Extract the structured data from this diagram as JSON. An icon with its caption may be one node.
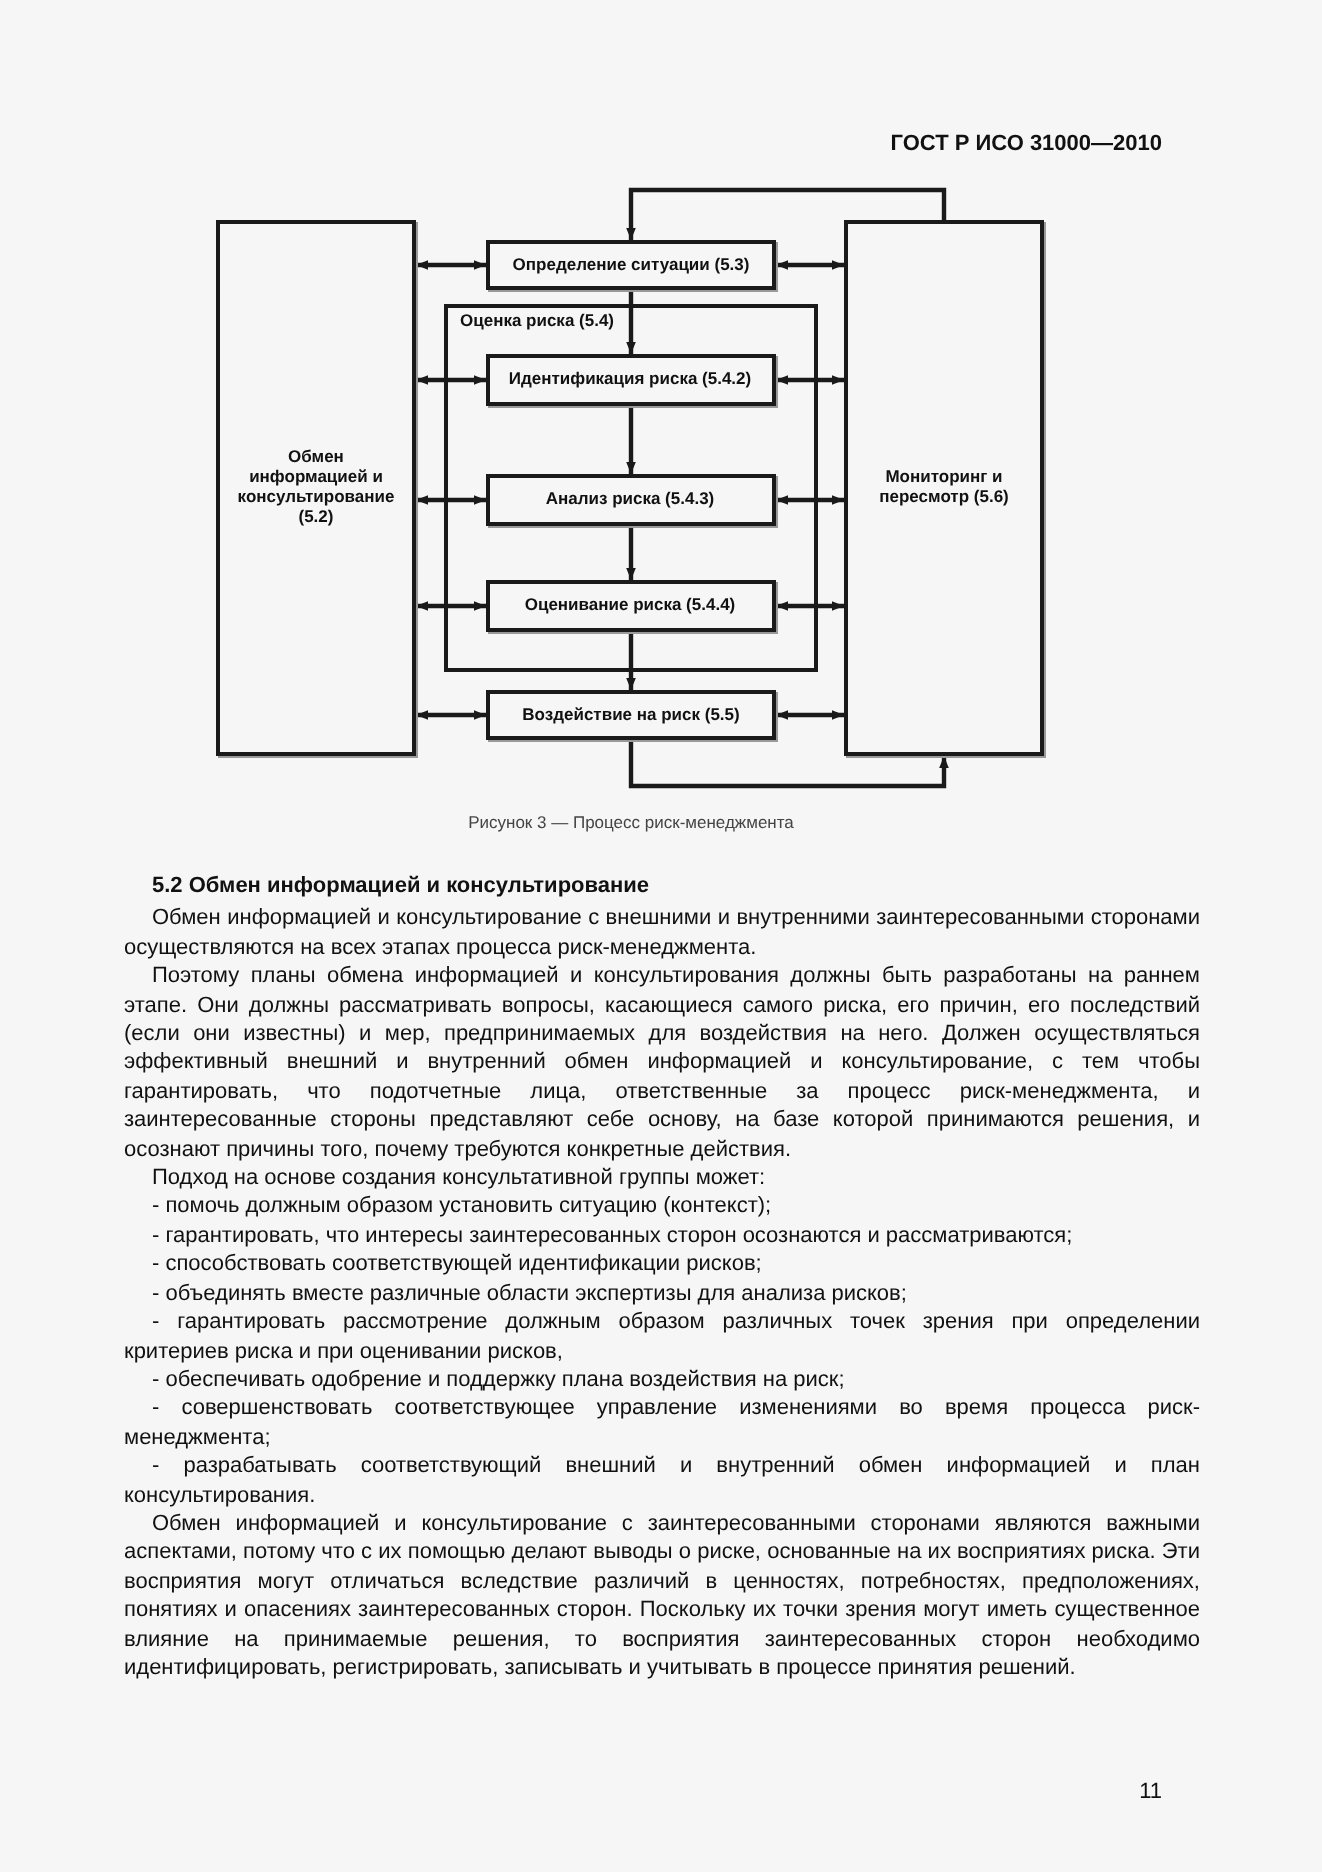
{
  "diagram": {
    "caption": "Рисунок 3 — Процесс риск-менеджмента",
    "nodes": [
      {
        "text": [
          "Обмен информацией и консультирование (5.2)"
        ]
      },
      {
        "text": [
          "Определение ситуации (5.3)"
        ]
      },
      {
        "text": [
          "Оценка риска (5.4)"
        ]
      },
      {
        "text": [
          "Идентификация риска (5.4.2)"
        ],
        "in": 2
      },
      {
        "text": [
          "Анализ риска (5.4.3)"
        ],
        "in": 2
      },
      {
        "text": [
          "Оценивание риска (5.4.4)"
        ],
        "in": 2
      },
      {
        "text": [
          "Воздействие на риск (5.5)"
        ]
      },
      {
        "text": [
          "Мониторинг и пересмотр (5.6)"
        ]
      }
    ],
    "edges": [
      {
        "from": 0,
        "to": 1,
        "arrow": "both"
      },
      {
        "from": 0,
        "to": 3,
        "arrow": "both"
      },
      {
        "from": 0,
        "to": 4,
        "arrow": "both"
      },
      {
        "from": 0,
        "to": 5,
        "arrow": "both"
      },
      {
        "from": 0,
        "to": 6,
        "arrow": "both"
      },
      {
        "from": 1,
        "to": 7,
        "arrow": "both"
      },
      {
        "from": 3,
        "to": 7,
        "arrow": "both"
      },
      {
        "from": 4,
        "to": 7,
        "arrow": "both"
      },
      {
        "from": 5,
        "to": 7,
        "arrow": "both"
      },
      {
        "from": 6,
        "to": 7,
        "arrow": "both"
      },
      {
        "from": 7,
        "to": 1,
        "arrow": "to"
      },
      {
        "from": 1,
        "to": 3,
        "arrow": "to"
      },
      {
        "from": 3,
        "to": 4,
        "arrow": "to"
      },
      {
        "from": 4,
        "to": 5,
        "arrow": "to"
      },
      {
        "from": 5,
        "to": 6,
        "arrow": "to"
      },
      {
        "from": 6,
        "to": 7,
        "arrow": "to"
      }
    ],
    "labels": [
      "ГОСТ Р ИСО 31000—2010",
      "5.2 Обмен информацией и консультирование",
      "Обмен информацией и консультирование с внешними и внутренними заинтересованными сторонами осуществляются на всех этапах процесса риск-менеджмента.",
      "Поэтому планы обмена информацией и консультирования должны быть разработаны на раннем этапе. Они должны рассматривать вопросы, касающиеся самого риска, его причин, его последствий (если они известны) и мер, предпринимаемых для воздействия на него. Должен осуществляться эффективный внешний и внутренний обмен информацией и консультирование, с тем чтобы гарантировать, что подотчетные лица, ответственные за процесс риск-менеджмента, и заинтересованные стороны представляют себе основу, на базе которой принимаются решения, и осознают причины того, почему требуются конкретные действия.",
      "Подход на основе создания консультативной группы может:",
      "- помочь должным образом установить ситуацию (контекст);",
      "- гарантировать, что интересы заинтересованных сторон осознаются и рассматриваются;",
      "- способствовать соответствующей идентификации рисков;",
      "- объединять вместе различные области экспертизы для анализа рисков;",
      "- гарантировать рассмотрение должным образом различных точек зрения при определении критериев риска и при оценивании рисков,",
      "- обеспечивать одобрение и поддержку плана воздействия на риск;",
      "- совершенствовать соответствующее управление изменениями во время процесса риск-менеджмента;",
      "- разрабатывать соответствующий внешний и внутренний обмен информацией и план консультирования.",
      "Обмен информацией и консультирование с заинтересованными сторонами являются важными аспектами, потому что с их помощью делают выводы о риске, основанные на их восприятиях риска. Эти восприятия могут отличаться вследствие различий в ценностях, потребностях, предположениях, понятиях и опасениях заинтересованных сторон. Поскольку их точки зрения могут иметь существенное влияние на принимаемые решения, то восприятия заинтересованных сторон необходимо идентифицировать, регистрировать, записывать и учитывать в процессе принятия решений.",
      "11"
    ]
  }
}
